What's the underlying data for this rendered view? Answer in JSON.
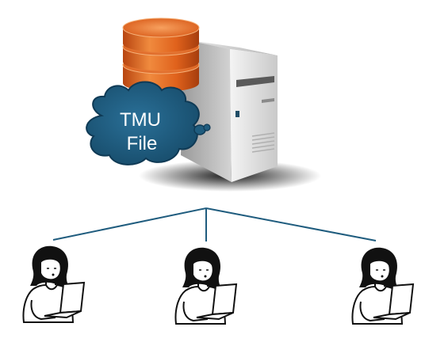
{
  "cloud": {
    "line1": "TMU",
    "line2": "File"
  },
  "icons": {
    "server": "server-tower-icon",
    "database": "database-stack-icon",
    "cloud": "cloud-icon",
    "user": "user-with-laptop-icon"
  },
  "colors": {
    "database_orange": "#E0621C",
    "cloud_blue": "#1F5C7E",
    "connector_line": "#1F5C7E",
    "server_gray": "#D9D9D9"
  },
  "users": [
    {
      "id": "user-left"
    },
    {
      "id": "user-middle"
    },
    {
      "id": "user-right"
    }
  ]
}
